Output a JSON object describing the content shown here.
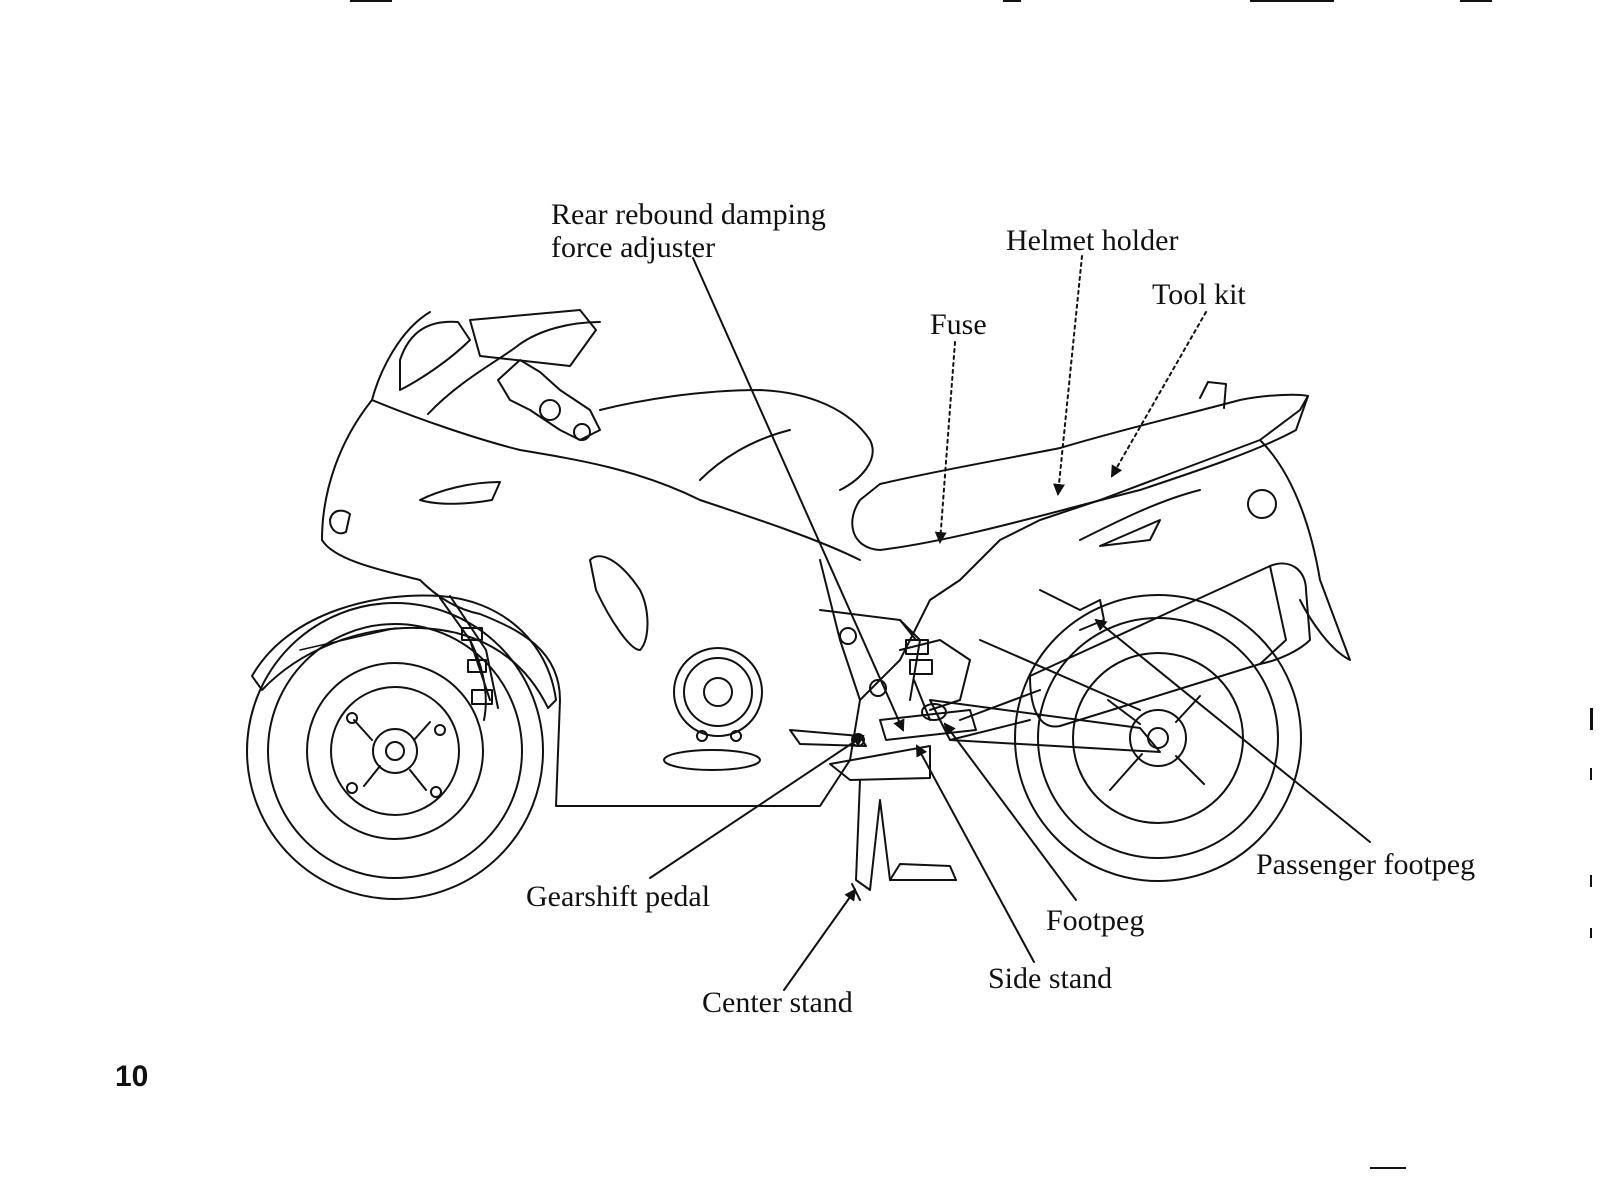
{
  "page_number": "10",
  "labels": {
    "rear_rebound_line1": "Rear rebound damping",
    "rear_rebound_line2": "force adjuster",
    "helmet_holder": "Helmet holder",
    "tool_kit": "Tool kit",
    "fuse": "Fuse",
    "gearshift_pedal": "Gearshift pedal",
    "center_stand": "Center stand",
    "side_stand": "Side stand",
    "footpeg": "Footpeg",
    "passenger_footpeg": "Passenger footpeg"
  },
  "colors": {
    "ink": "#111111",
    "paper": "#ffffff"
  }
}
